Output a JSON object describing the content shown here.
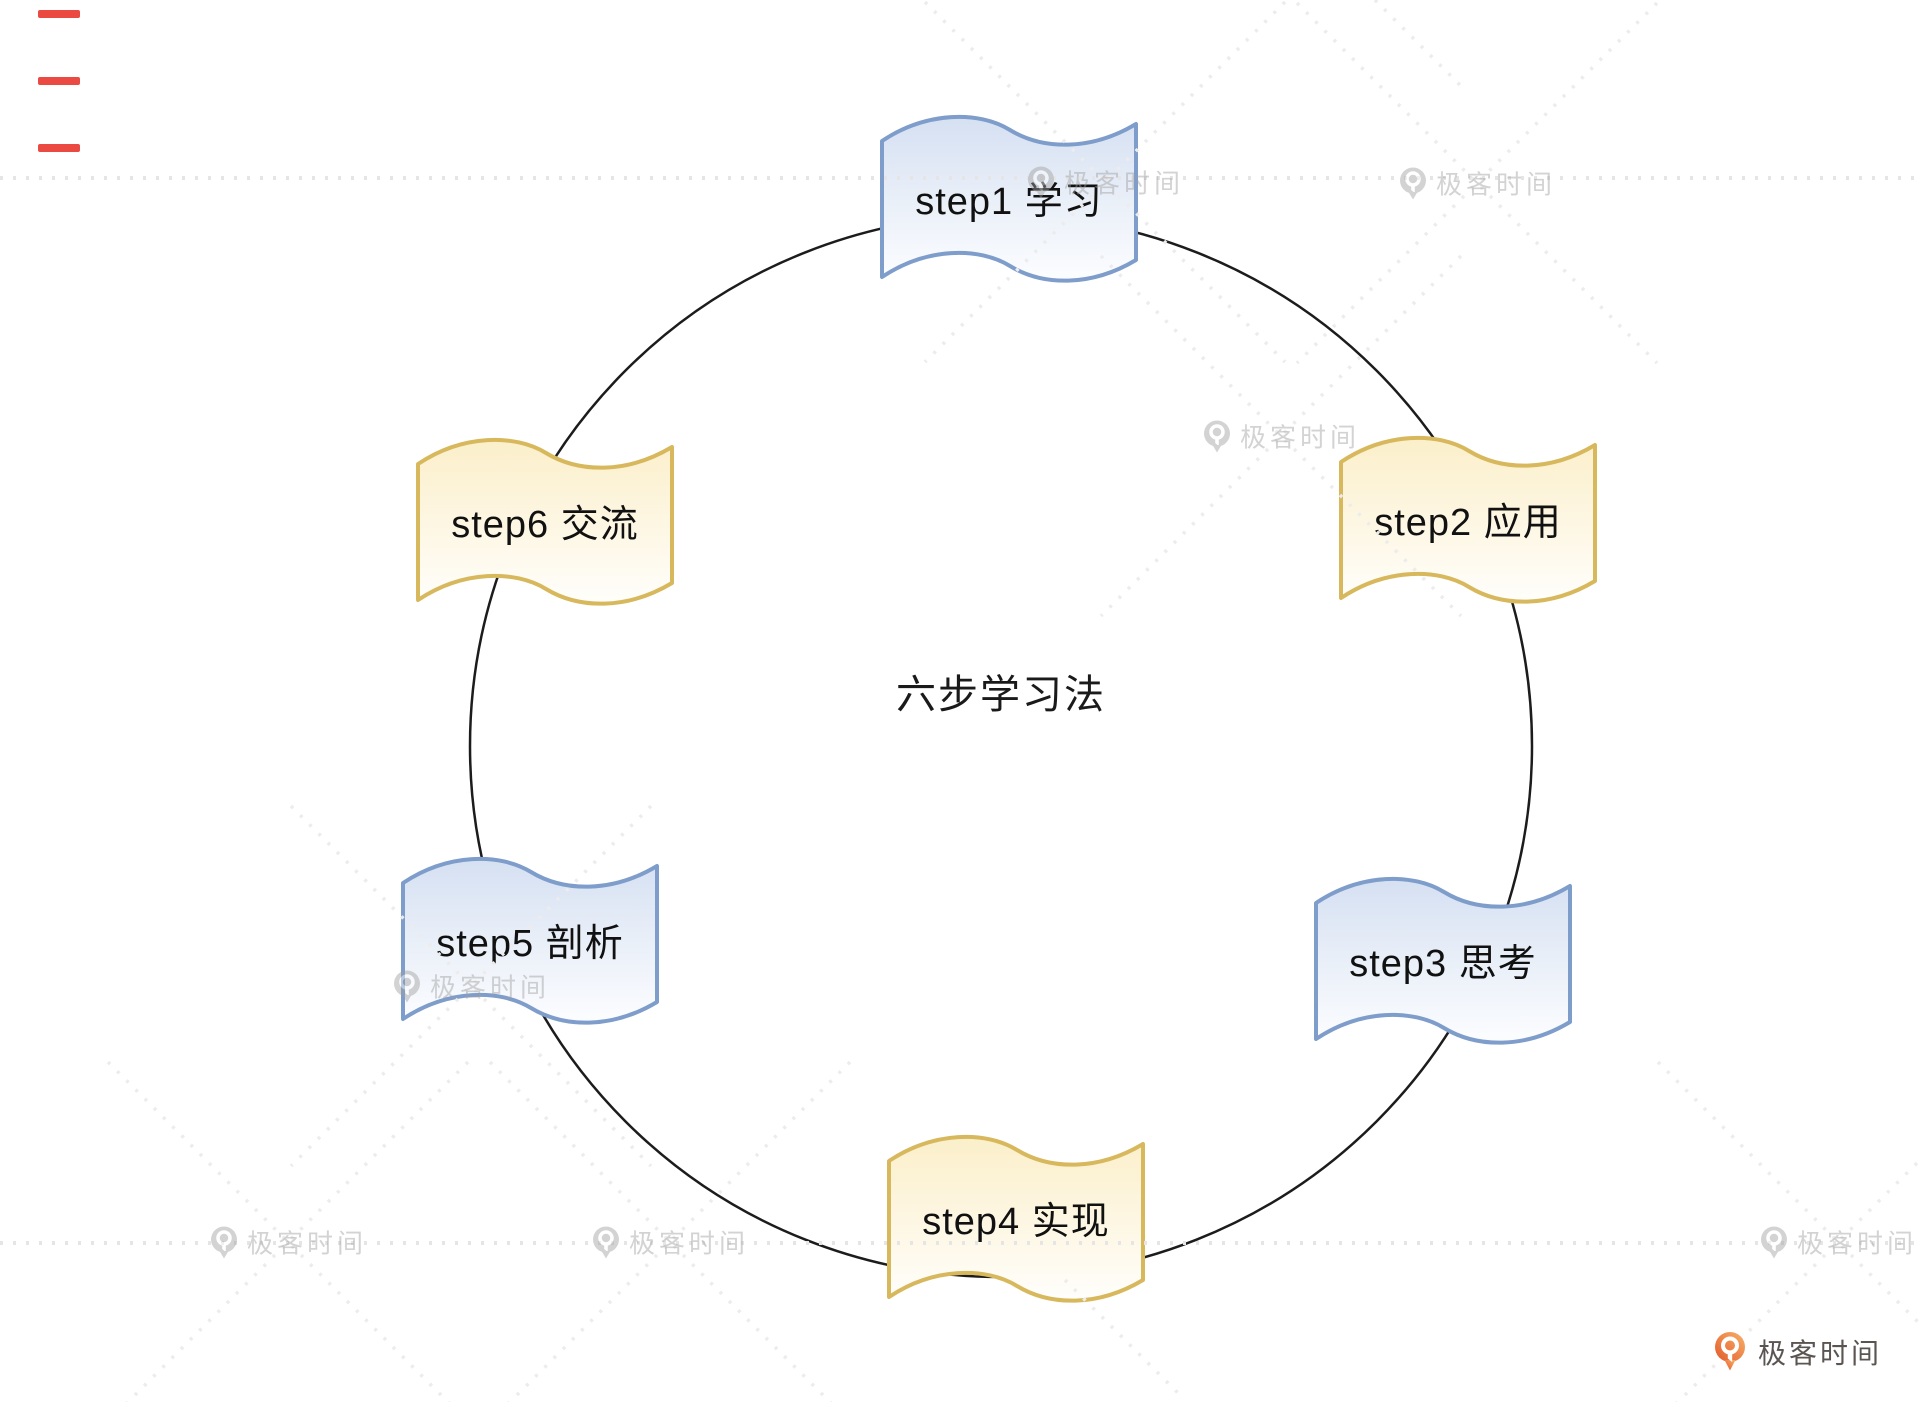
{
  "title": "六步学习法",
  "steps": [
    {
      "id": "step1",
      "label": "step1 学习",
      "color_scheme": "blue"
    },
    {
      "id": "step2",
      "label": "step2 应用",
      "color_scheme": "yellow"
    },
    {
      "id": "step3",
      "label": "step3 思考",
      "color_scheme": "blue"
    },
    {
      "id": "step4",
      "label": "step4 实现",
      "color_scheme": "yellow"
    },
    {
      "id": "step5",
      "label": "step5 剖析",
      "color_scheme": "blue"
    },
    {
      "id": "step6",
      "label": "step6 交流",
      "color_scheme": "yellow"
    }
  ],
  "watermark": {
    "text": "极客时间"
  },
  "brand": {
    "name": "极客时间"
  },
  "colors": {
    "flag_blue_border": "#7e9dcb",
    "flag_blue_fill_top": "#d5e0f2",
    "flag_yellow_border": "#d8b85c",
    "flag_yellow_fill_top": "#fbefca",
    "circle_stroke": "#1c1c1c",
    "watermark_gray": "#d6d6d6",
    "brand_orange": "#ec6a2b",
    "page_marker_red": "#ea4a41"
  }
}
